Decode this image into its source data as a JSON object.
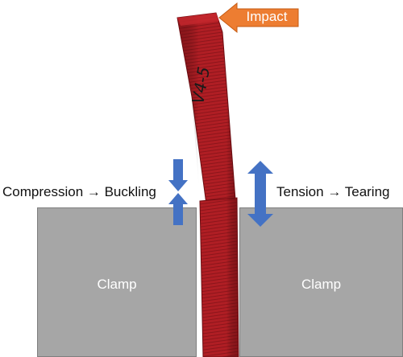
{
  "labels": {
    "impact": "Impact",
    "compression": "Compression → Buckling",
    "tension": "Tension → Tearing",
    "clamp_left": "Clamp",
    "clamp_right": "Clamp",
    "specimen_marking": "V4-5"
  },
  "colors": {
    "specimen": "#b01e24",
    "specimen_dark": "#7a0f14",
    "clamp": "#a6a6a6",
    "arrow_blue": "#4472c4",
    "impact_orange": "#ed7d31"
  },
  "icons": {
    "impact_arrow": "arrow-left-icon",
    "compression_arrow": "double-arrow-converging-icon",
    "tension_arrow": "double-headed-vertical-arrow-icon"
  }
}
